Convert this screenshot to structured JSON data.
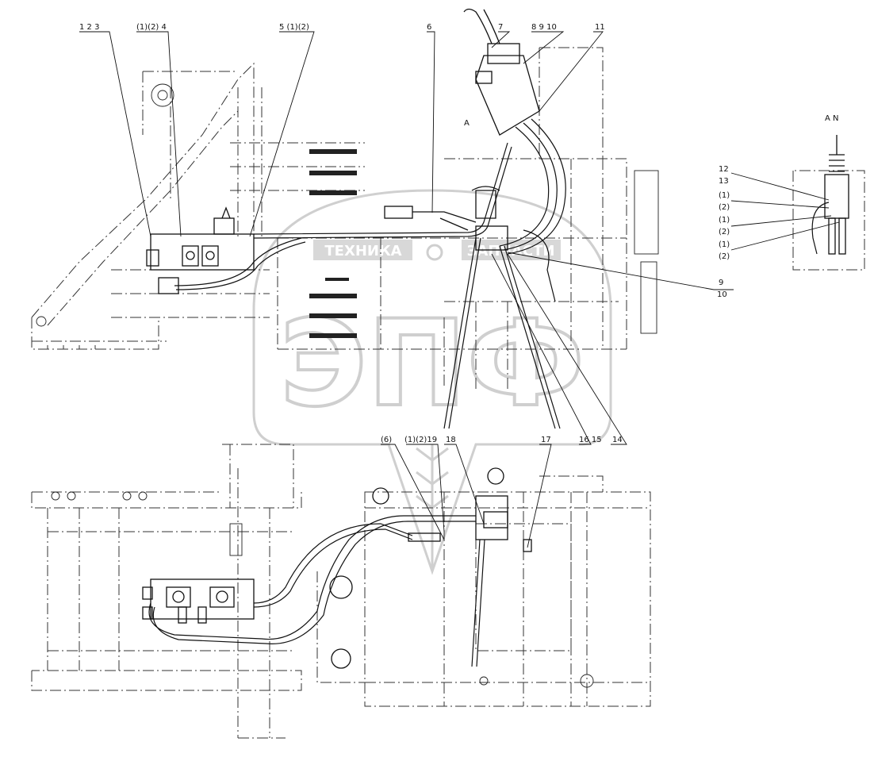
{
  "callouts": {
    "c123": "1  2  3",
    "c124": "(1)(2) 4",
    "c512": "5 (1)(2)",
    "c6": "6",
    "c7": "7",
    "c8910": "8  9  10",
    "c11": "11",
    "c9": "9",
    "c10": "10",
    "c14": "14",
    "c1615": "16 15",
    "c17": "17",
    "c18": "18",
    "c1219": "(1)(2)19",
    "c6b": "(6)",
    "viewA": "A",
    "viewA2": "A"
  },
  "detail": {
    "title": "A   N",
    "l12": "12",
    "l13": "13",
    "p1a": "(1)",
    "p2a": "(2)",
    "p1b": "(1)",
    "p2b": "(2)",
    "p1c": "(1)",
    "p2c": "(2)"
  },
  "watermark": {
    "left": "ТЕХНИКА",
    "right": "ЗАПЧАСТИ",
    "logo": "ЭПФ"
  }
}
